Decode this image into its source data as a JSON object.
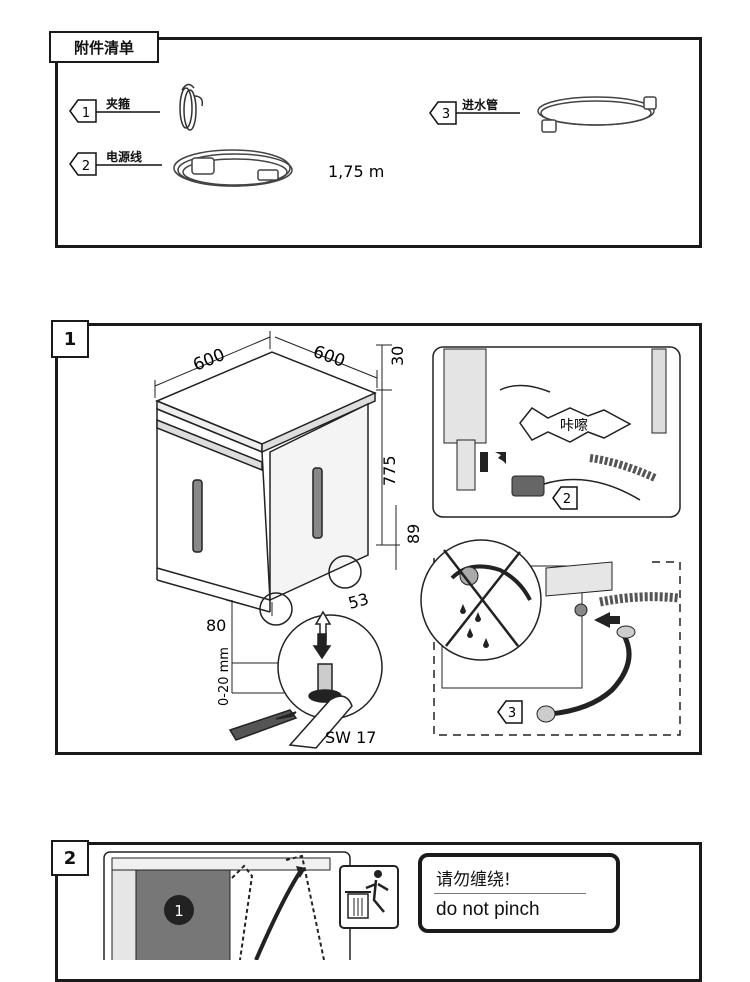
{
  "accessories": {
    "title": "附件清单",
    "items": [
      {
        "number": "1",
        "label": "夹箍"
      },
      {
        "number": "2",
        "label": "电源线"
      },
      {
        "number": "3",
        "label": "进水管"
      }
    ],
    "cable_length": "1,75 m"
  },
  "step1": {
    "number": "1",
    "dimensions": {
      "width": "600",
      "depth": "600",
      "top": "30",
      "height": "775",
      "plinth": "89",
      "foot_gap": "80",
      "side": "53",
      "adjust_range": "0-20 mm",
      "wrench": "SW 17"
    },
    "callout": "咔嚓",
    "power_cable_ref": "2",
    "inlet_hose_ref": "3"
  },
  "step2": {
    "number": "2",
    "panel_ref": "1",
    "warning_zh": "请勿缠绕!",
    "warning_en": "do not pinch"
  }
}
